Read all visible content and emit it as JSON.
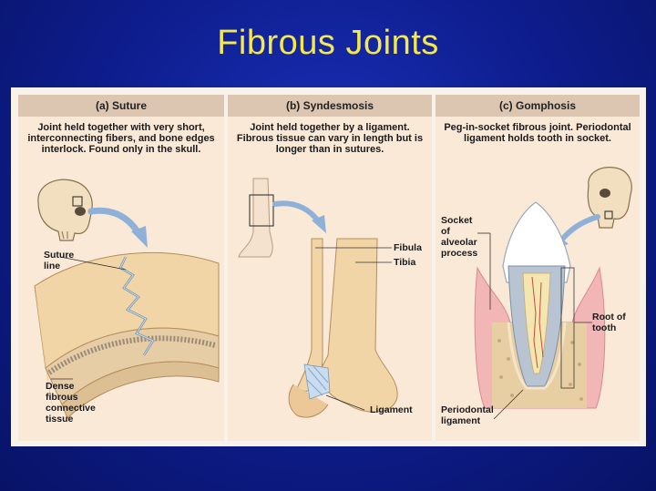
{
  "title": "Fibrous Joints",
  "panels": [
    {
      "heading": "(a) Suture",
      "description": "Joint held together with very short, interconnecting fibers, and bone edges interlock. Found only in the skull.",
      "labels": {
        "suture_line": "Suture\nline",
        "dense_tissue": "Dense\nfibrous\nconnective\ntissue"
      }
    },
    {
      "heading": "(b) Syndesmosis",
      "description": "Joint held together by a ligament. Fibrous tissue can vary in length but is longer than in sutures.",
      "labels": {
        "fibula": "Fibula",
        "tibia": "Tibia",
        "ligament": "Ligament"
      }
    },
    {
      "heading": "(c) Gomphosis",
      "description": "Peg-in-socket fibrous joint. Periodontal ligament holds tooth in socket.",
      "labels": {
        "socket": "Socket\nof\nalveolar\nprocess",
        "root": "Root of\ntooth",
        "periodontal": "Periodontal\nligament"
      }
    }
  ],
  "colors": {
    "background": "#0d1c8a",
    "title": "#f4e84a",
    "panel": "#fbe9d8",
    "panel_header": "#dcc5b1",
    "bone": "#f0d4a8",
    "arrow": "#8fb1d8"
  },
  "icons": [
    "skull-icon",
    "ankle-foot-icon",
    "tooth-icon",
    "zoom-arrow-icon"
  ]
}
